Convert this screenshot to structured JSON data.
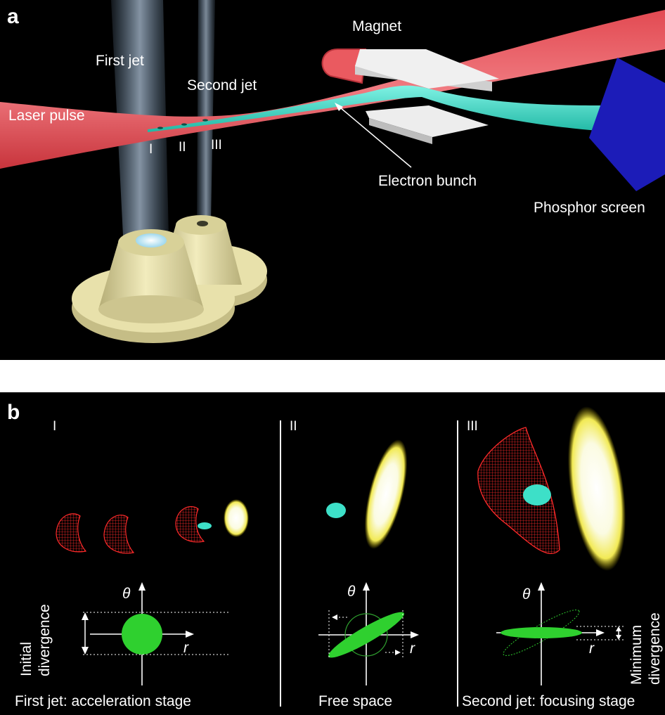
{
  "panel_a": {
    "letter": "a",
    "labels": {
      "first_jet": "First jet",
      "second_jet": "Second jet",
      "laser_pulse": "Laser pulse",
      "magnet": "Magnet",
      "electron_bunch": "Electron bunch",
      "phosphor_screen": "Phosphor screen"
    },
    "stages": [
      "I",
      "II",
      "III"
    ]
  },
  "panel_b": {
    "letter": "b",
    "stages": [
      {
        "numeral": "I",
        "caption": "First jet: acceleration stage",
        "side_label": [
          "Initial",
          "divergence"
        ],
        "y_axis": "θ",
        "x_axis": "r"
      },
      {
        "numeral": "II",
        "caption": "Free space",
        "y_axis": "θ",
        "x_axis": "r"
      },
      {
        "numeral": "III",
        "caption": "Second jet: focusing stage",
        "side_label": [
          "Minimum",
          "divergence"
        ],
        "y_axis": "θ",
        "x_axis": "r"
      }
    ]
  },
  "colors": {
    "laser": "#e8454d",
    "electron": "#3de0c8",
    "nozzle": "#e6dfa4",
    "screen": "#1717b8",
    "wake": "#d01818",
    "phase_space": "#2fd02f"
  }
}
